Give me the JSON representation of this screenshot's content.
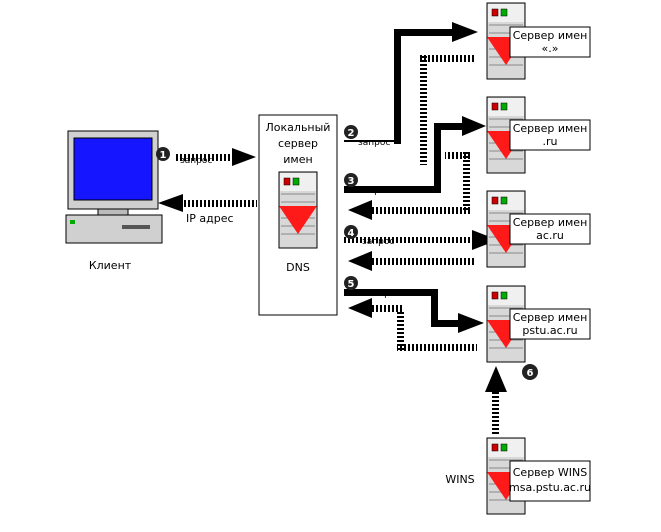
{
  "diagram": {
    "client_label": "Клиент",
    "ip_label": "IP адрес",
    "local_server": {
      "line1": "Локальный",
      "line2": "сервер",
      "line3": "имен",
      "dns": "DNS"
    },
    "request_label": "запрос",
    "steps": [
      "1",
      "2",
      "3",
      "4",
      "5",
      "6"
    ],
    "servers": [
      {
        "line1": "Сервер имен",
        "line2": "«.»"
      },
      {
        "line1": "Сервер имен",
        "line2": ".ru"
      },
      {
        "line1": "Сервер имен",
        "line2": "ac.ru"
      },
      {
        "line1": "Сервер имен",
        "line2": "pstu.ac.ru"
      },
      {
        "line1": "Сервер WINS",
        "line2": "msa.pstu.ac.ru"
      }
    ],
    "wins_label": "WINS"
  }
}
